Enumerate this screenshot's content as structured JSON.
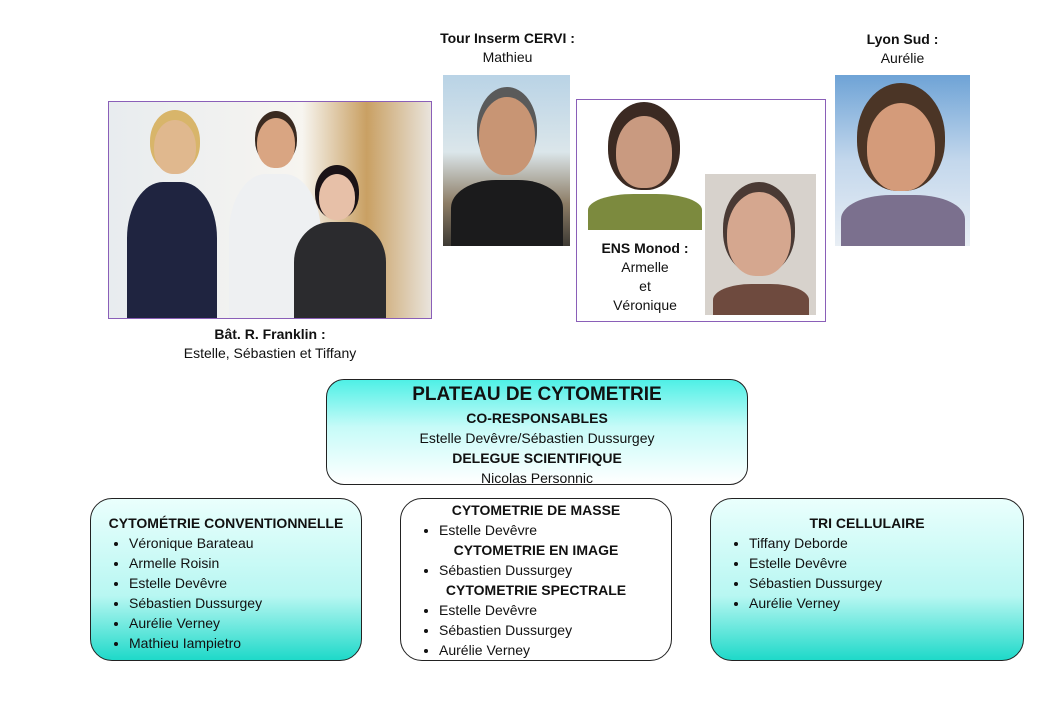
{
  "sites": [
    {
      "name": "Tour Inserm CERVI :",
      "people": "Mathieu"
    },
    {
      "name": "Lyon Sud :",
      "people": "Aurélie"
    },
    {
      "name": "ENS Monod :",
      "people": [
        "Armelle",
        "et",
        "Véronique"
      ]
    },
    {
      "name": "Bât. R. Franklin :",
      "people": "Estelle, Sébastien et Tiffany"
    }
  ],
  "platform": {
    "title": "PLATEAU DE CYTOMETRIE",
    "co_heading": "CO-RESPONSABLES",
    "co_names": "Estelle Devêvre/Sébastien Dussurgey",
    "delegate_heading": "DELEGUE SCIENTIFIQUE",
    "delegate_name": "Nicolas Personnic"
  },
  "units": [
    {
      "sections": [
        {
          "title": "CYTOMÉTRIE CONVENTIONNELLE",
          "members": [
            "Véronique Barateau",
            "Armelle Roisin",
            "Estelle Devêvre",
            "Sébastien Dussurgey",
            "Aurélie Verney",
            "Mathieu Iampietro"
          ]
        }
      ]
    },
    {
      "sections": [
        {
          "title": "CYTOMETRIE DE MASSE",
          "members": [
            "Estelle Devêvre"
          ]
        },
        {
          "title": "CYTOMETRIE EN IMAGE",
          "members": [
            "Sébastien Dussurgey"
          ]
        },
        {
          "title": "CYTOMETRIE SPECTRALE",
          "members": [
            "Estelle Devêvre",
            "Sébastien Dussurgey",
            "Aurélie Verney"
          ]
        }
      ]
    },
    {
      "sections": [
        {
          "title": "TRI CELLULAIRE",
          "members": [
            "Tiffany Deborde",
            "Estelle Devêvre",
            "Sébastien Dussurgey",
            "Aurélie Verney"
          ]
        }
      ]
    }
  ]
}
